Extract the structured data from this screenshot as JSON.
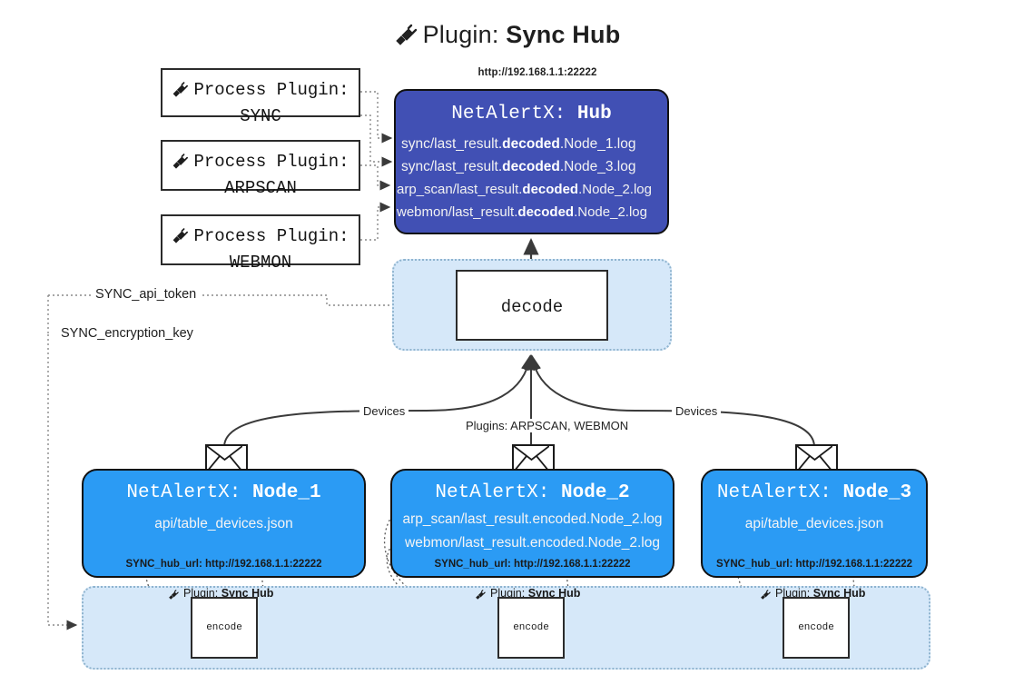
{
  "title": {
    "icon": "plug-icon",
    "prefix": "Plugin:",
    "name": "Sync Hub"
  },
  "process_plugins": [
    {
      "icon": "plug-icon",
      "line1": "Process Plugin:",
      "line2": "SYNC"
    },
    {
      "icon": "plug-icon",
      "line1": "Process Plugin:",
      "line2": "ARPSCAN"
    },
    {
      "icon": "plug-icon",
      "line1": "Process Plugin:",
      "line2": "WEBMON"
    }
  ],
  "hub": {
    "url": "http://192.168.1.1:22222",
    "title_prefix": "NetAlertX:",
    "title_name": "Hub",
    "logs": [
      {
        "pre": "sync/last_result.",
        "strong": "decoded",
        "post": ".Node_1.log"
      },
      {
        "pre": "sync/last_result.",
        "strong": "decoded",
        "post": ".Node_3.log"
      },
      {
        "pre": "arp_scan/last_result.",
        "strong": "decoded",
        "post": ".Node_2.log"
      },
      {
        "pre": "webmon/last_result.",
        "strong": "decoded",
        "post": ".Node_2.log"
      }
    ]
  },
  "decode": {
    "label": "decode"
  },
  "keys": [
    {
      "label": "SYNC_api_token"
    },
    {
      "label": "SYNC_encryption_key"
    }
  ],
  "edge_labels": {
    "left_devices": "Devices",
    "center_plugins": "Plugins: ARPSCAN, WEBMON",
    "right_devices": "Devices"
  },
  "nodes": [
    {
      "title_prefix": "NetAlertX:",
      "title_name": "Node_1",
      "lines": [
        "api/table_devices.json"
      ],
      "footer": "SYNC_hub_url: http://192.168.1.1:22222",
      "icon": "envelope-icon"
    },
    {
      "title_prefix": "NetAlertX:",
      "title_name": "Node_2",
      "lines": [
        "arp_scan/last_result.encoded.Node_2.log",
        "webmon/last_result.encoded.Node_2.log"
      ],
      "footer": "SYNC_hub_url: http://192.168.1.1:22222",
      "icon": "envelope-icon"
    },
    {
      "title_prefix": "NetAlertX:",
      "title_name": "Node_3",
      "lines": [
        "api/table_devices.json"
      ],
      "footer": "SYNC_hub_url: http://192.168.1.1:22222",
      "icon": "envelope-icon"
    }
  ],
  "encoders": [
    {
      "caption_prefix": "Plugin:",
      "caption_name": "Sync Hub",
      "label": "encode",
      "icon": "plug-icon"
    },
    {
      "caption_prefix": "Plugin:",
      "caption_name": "Sync Hub",
      "label": "encode",
      "icon": "plug-icon"
    },
    {
      "caption_prefix": "Plugin:",
      "caption_name": "Sync Hub",
      "label": "encode",
      "icon": "plug-icon"
    }
  ],
  "colors": {
    "hub_fill": "#4150b4",
    "node_fill": "#2b9bf4",
    "band_fill": "#d6e8f9",
    "band_border": "#8fb4cf",
    "stroke": "#2b2b2b"
  }
}
